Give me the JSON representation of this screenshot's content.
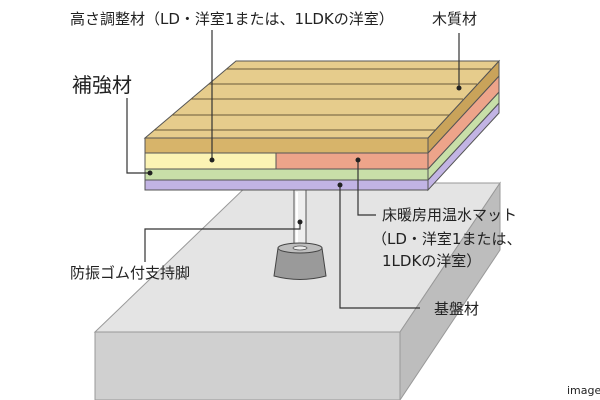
{
  "labels": {
    "height_adjuster": "高さ調整材（LD・洋室1または、1LDKの洋室）",
    "wood": "木質材",
    "reinforcement": "補強材",
    "heating_mat_1": "床暖房用温水マット",
    "heating_mat_2": "（LD・洋室1または、",
    "heating_mat_3": "1LDKの洋室）",
    "rubber_leg": "防振ゴム付支持脚",
    "base_board": "基盤材",
    "watermark": "image"
  },
  "colors": {
    "wood_top": "#e6cc8c",
    "wood_front": "#d7b46a",
    "wood_side": "#c9a35a",
    "reinforcement": "#fbf3b4",
    "heating_mat": "#eda48a",
    "green_layer": "#c8dfa8",
    "purple_layer": "#c2b4e4",
    "slab_top": "#e4e4e4",
    "slab_front": "#d0d0d0",
    "slab_side": "#bdbdbd"
  }
}
